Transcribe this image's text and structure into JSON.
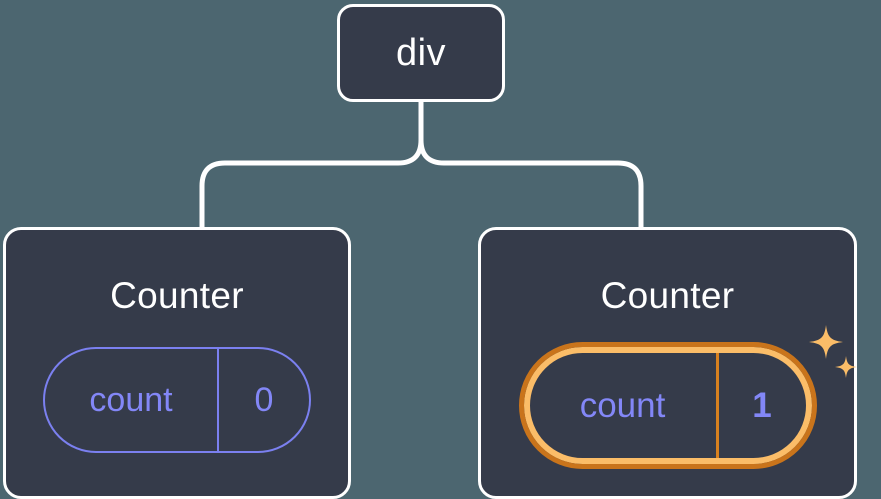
{
  "diagram": {
    "type": "component-tree",
    "background_color": "#4c6670",
    "node_fill_color": "#353b4a",
    "node_border_color": "#ffffff",
    "connector_color": "#ffffff",
    "state_color": "#8387f7",
    "highlight_outer_color": "#c9741b",
    "highlight_inner_color": "#fbbd68",
    "sparkle_color": "#fbbd68"
  },
  "root": {
    "label": "div"
  },
  "children": [
    {
      "title": "Counter",
      "state": {
        "key": "count",
        "value": "0"
      },
      "highlighted": false,
      "sparkles": false
    },
    {
      "title": "Counter",
      "state": {
        "key": "count",
        "value": "1"
      },
      "highlighted": true,
      "sparkles": true
    }
  ]
}
